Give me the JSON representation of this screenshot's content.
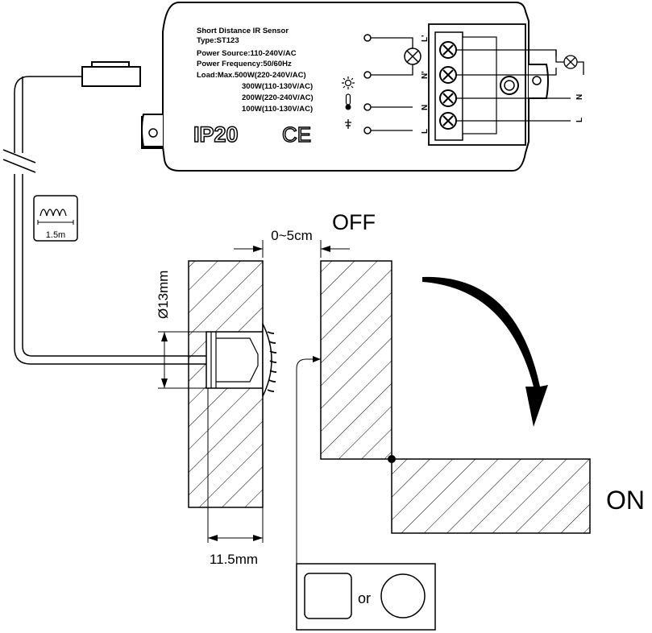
{
  "sensor_box": {
    "spec_lines": [
      "Short Distance IR Sensor",
      "Type:ST123",
      "Power Source:110-240V/AC",
      "Power Frequency:50/60Hz",
      "Load:Max.500W(220-240V/AC)",
      "300W(110-130V/AC)",
      "200W(220-240V/AC)",
      "100W(110-130V/AC)"
    ],
    "ip_rating": "IP20",
    "ce_mark": "CE",
    "terminal_labels": [
      "L'",
      "N'",
      "N",
      "L"
    ],
    "mains_labels": [
      "N",
      "L"
    ]
  },
  "cable": {
    "length": "1.5m"
  },
  "dimensions": {
    "gap": "0~5cm",
    "diameter": "Ø13mm",
    "depth": "11.5mm"
  },
  "states": {
    "off": "OFF",
    "on": "ON"
  },
  "reflector": {
    "or_text": "or"
  }
}
